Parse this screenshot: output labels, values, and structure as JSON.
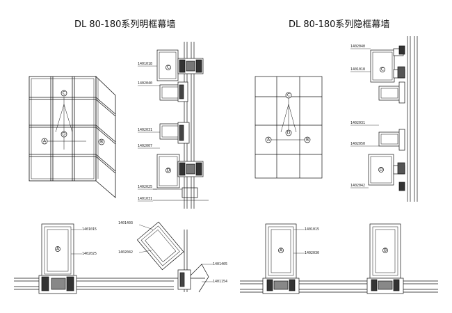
{
  "titles": {
    "left": "DL 80-180系列明框幕墙",
    "right": "DL 80-180系列隐框幕墙"
  },
  "circle_labels": {
    "a": "A",
    "b": "B",
    "c": "C",
    "d": "D"
  },
  "left_elevation_details": {
    "top_labels": [
      "1401018",
      "1402040"
    ],
    "bottom_labels": [
      "1402031",
      "1402007",
      "1402025",
      "1401031"
    ]
  },
  "right_elevation_details": {
    "top_labels": [
      "1402040",
      "1401018"
    ],
    "bottom_labels": [
      "1402031",
      "1402050",
      "1402042"
    ]
  },
  "left_plan_details": {
    "labels": [
      "1401015",
      "1402025",
      "1401403",
      "1401405",
      "1401154",
      "1402042"
    ]
  },
  "right_plan_details": {
    "labels": [
      "1401015",
      "1402030"
    ]
  }
}
